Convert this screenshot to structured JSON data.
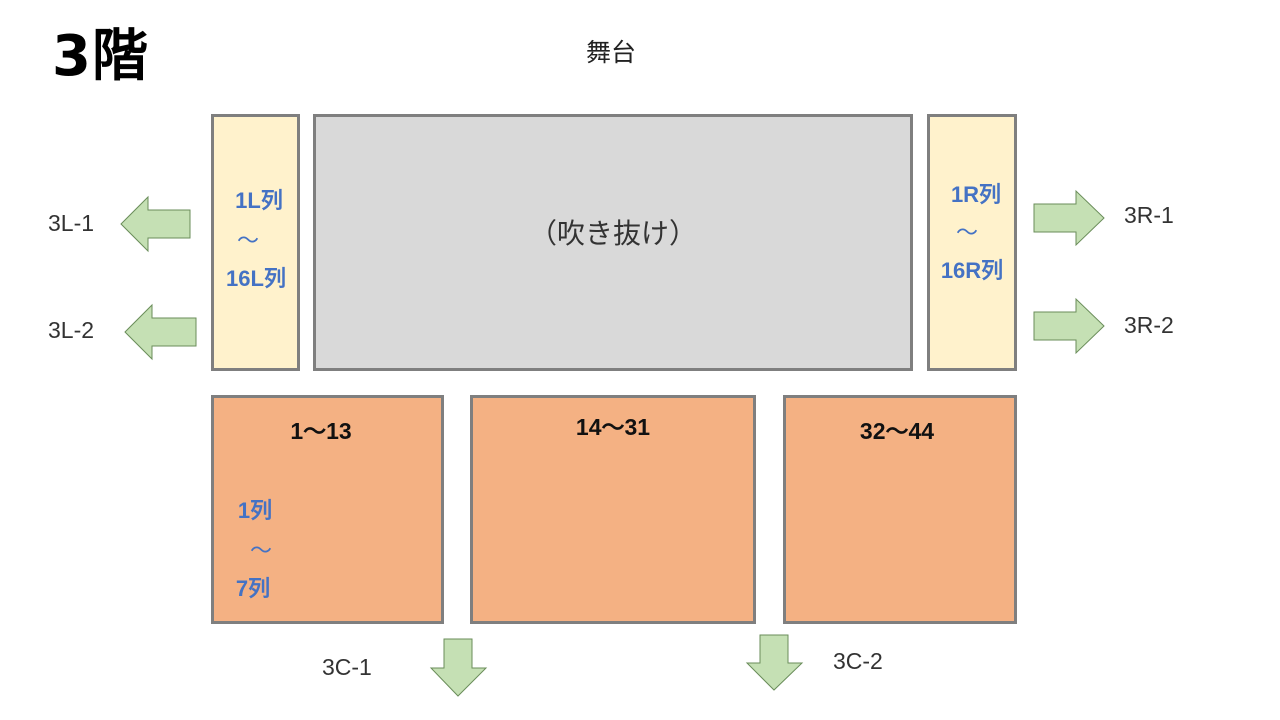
{
  "floor_title": "3階",
  "stage_label": "舞台",
  "void_label": "（吹き抜け）",
  "left_block": {
    "lines": [
      "1L列",
      "～",
      "16L列"
    ]
  },
  "right_block": {
    "lines": [
      "1R列",
      "～",
      "16R列"
    ]
  },
  "center_blocks": [
    {
      "range": "1～13",
      "rows": [
        "1列",
        "～",
        "7列"
      ]
    },
    {
      "range": "14～31"
    },
    {
      "range": "32～44"
    }
  ],
  "exits": {
    "left": [
      "3L-1",
      "3L-2"
    ],
    "right": [
      "3R-1",
      "3R-2"
    ],
    "bottom": [
      "3C-1",
      "3C-2"
    ]
  },
  "colors": {
    "side_block": "#fff2cc",
    "void": "#d9d9d9",
    "center_block": "#f4b183",
    "border": "#7f7f7f",
    "arrow": "#c5e0b4",
    "row_label": "#4472c4"
  }
}
